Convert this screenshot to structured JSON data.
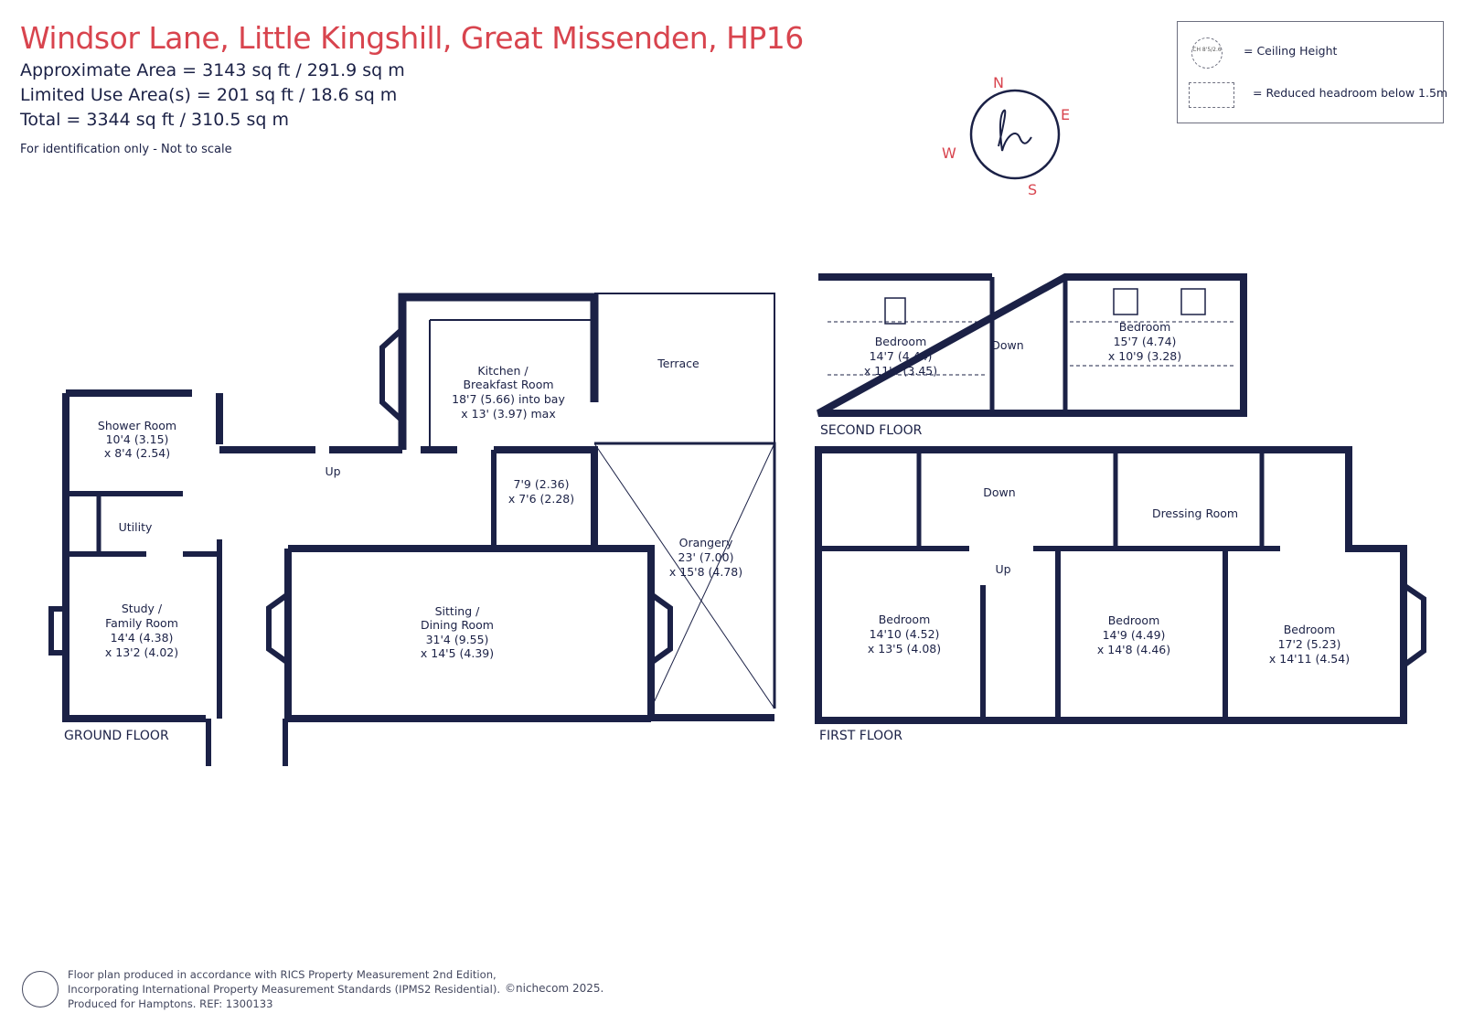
{
  "header": {
    "title": "Windsor Lane, Little Kingshill, Great Missenden, HP16",
    "approx_area": "Approximate Area = 3143 sq ft / 291.9 sq m",
    "limited_area": "Limited Use Area(s) = 201 sq ft / 18.6 sq m",
    "total_area": "Total = 3344 sq ft / 310.5 sq m",
    "note": "For identification only - Not to scale"
  },
  "legend": {
    "ceiling_icon_text": "CH 8'5/2.6",
    "ceiling_height": "= Ceiling Height",
    "reduced_headroom": "= Reduced headroom below 1.5m"
  },
  "compass": {
    "n": "N",
    "e": "E",
    "s": "S",
    "w": "W"
  },
  "floors": {
    "ground": "GROUND FLOOR",
    "first": "FIRST FLOOR",
    "second": "SECOND FLOOR"
  },
  "rooms": {
    "shower": [
      "Shower Room",
      "10'4 (3.15)",
      "x 8'4 (2.54)"
    ],
    "utility": [
      "Utility"
    ],
    "study": [
      "Study /",
      "Family Room",
      "14'4 (4.38)",
      "x 13'2 (4.02)"
    ],
    "kitchen": [
      "Kitchen /",
      "Breakfast Room",
      "18'7 (5.66) into bay",
      "x 13' (3.97) max"
    ],
    "terrace": [
      "Terrace"
    ],
    "small_room": [
      "7'9 (2.36)",
      "x 7'6 (2.28)"
    ],
    "orangery": [
      "Orangery",
      "23' (7.00)",
      "x 15'8 (4.78)"
    ],
    "sitting": [
      "Sitting /",
      "Dining Room",
      "31'4 (9.55)",
      "x 14'5 (4.39)"
    ],
    "up_ground": "Up",
    "sf_bed_left": [
      "Bedroom",
      "14'7 (4.44)",
      "x 11'4 (3.45)"
    ],
    "sf_bed_right": [
      "Bedroom",
      "15'7 (4.74)",
      "x 10'9 (3.28)"
    ],
    "down_second": "Down",
    "ff_bed_left": [
      "Bedroom",
      "14'10 (4.52)",
      "x 13'5 (4.08)"
    ],
    "ff_bed_mid": [
      "Bedroom",
      "14'9 (4.49)",
      "x 14'8 (4.46)"
    ],
    "ff_bed_right": [
      "Bedroom",
      "17'2 (5.23)",
      "x 14'11 (4.54)"
    ],
    "dressing": [
      "Dressing Room"
    ],
    "down_first": "Down",
    "up_first": "Up"
  },
  "footer": {
    "line1": "Floor plan produced in accordance with RICS Property Measurement 2nd Edition,",
    "line2": "Incorporating International Property Measurement Standards (IPMS2 Residential).",
    "line3": "Produced for Hamptons.   REF:  1300133",
    "copyright": "©nichecom 2025."
  },
  "colors": {
    "wall": "#1b2146",
    "title": "#d8444e",
    "compass_letters": "#d8444e"
  }
}
